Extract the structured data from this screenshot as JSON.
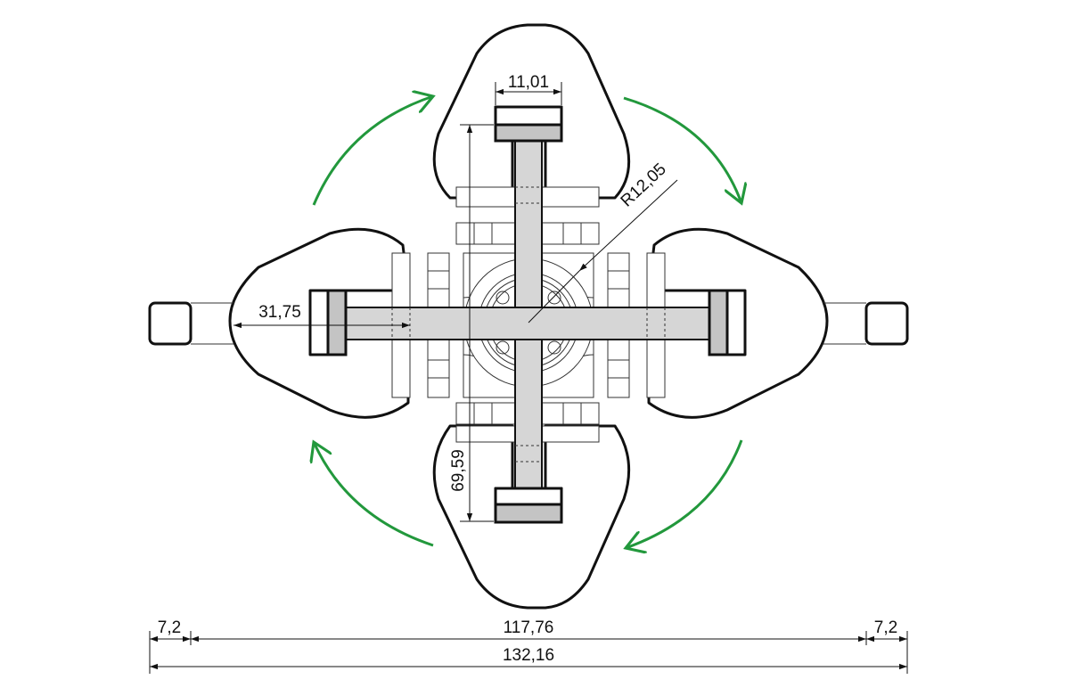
{
  "dimensions": {
    "seat_width": "11,01",
    "radius": "R12,05",
    "seat_reach": "31,75",
    "arm_length": "69,59",
    "side_left": "7,2",
    "middle": "117,76",
    "side_right": "7,2",
    "total": "132,16"
  },
  "colors": {
    "rotation_arrows": "#22983c",
    "beam_fill": "#d6d6d6",
    "seat_fill": "#c4c4c4"
  }
}
